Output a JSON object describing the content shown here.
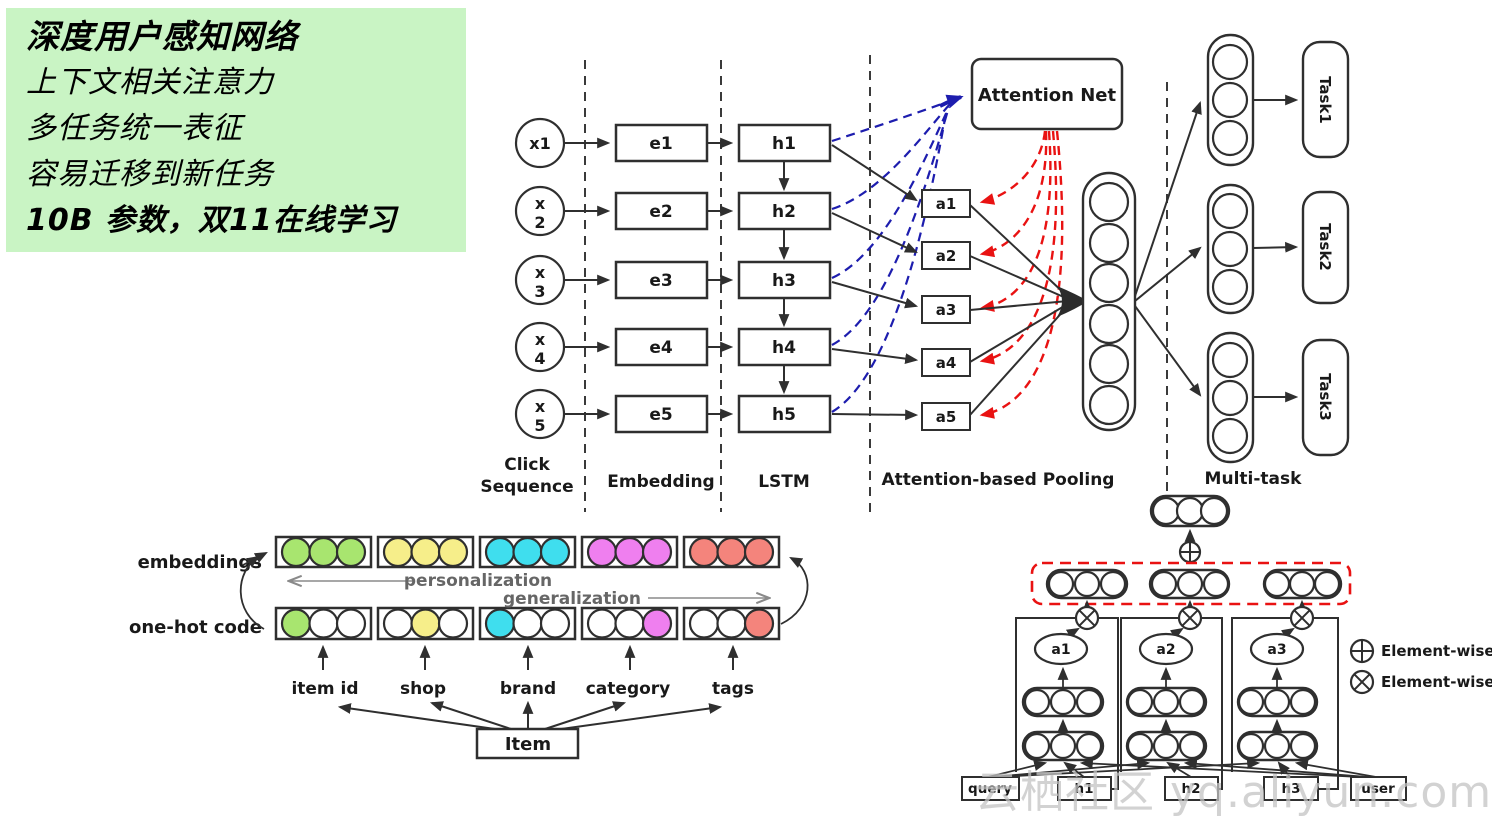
{
  "palette": {
    "ink": "#2f2f2f",
    "blue": "#1d1dae",
    "red": "#e91212",
    "paper_green": "#c9f4c4",
    "green": "#a8e56f",
    "yellow": "#f6ee8a",
    "cyan": "#3fdeee",
    "magenta": "#ef7fef",
    "salmon": "#f4847c",
    "gray": "#8a8a8a",
    "watermark": "#d5d5d5"
  },
  "info_box": {
    "title": "深度用户感知网络",
    "lines": [
      "上下文相关注意力",
      "多任务统一表征",
      "容易迁移到新任务",
      "10B 参数，双11在线学习"
    ]
  },
  "top": {
    "inputs": [
      [
        "x1",
        ""
      ],
      [
        "x",
        "2"
      ],
      [
        "x",
        "3"
      ],
      [
        "x",
        "4"
      ],
      [
        "x",
        "5"
      ]
    ],
    "embeddings": [
      "e1",
      "e2",
      "e3",
      "e4",
      "e5"
    ],
    "lstm": [
      "h1",
      "h2",
      "h3",
      "h4",
      "h5"
    ],
    "attention_net": "Attention Net",
    "alphas": [
      "a1",
      "a2",
      "a3",
      "a4",
      "a5"
    ],
    "tasks": [
      "Task1",
      "Task2",
      "Task3"
    ],
    "stages": {
      "click1": "Click",
      "click2": "Sequence",
      "embedding": "Embedding",
      "lstm": "LSTM",
      "pooling": "Attention-based Pooling",
      "multitask": "Multi-task"
    }
  },
  "embed": {
    "rows": {
      "embeddings": "embeddings",
      "onehot": "one-hot code"
    },
    "personalization": "personalization",
    "generalization": "generalization",
    "fields": [
      "item id",
      "shop",
      "brand",
      "category",
      "tags"
    ],
    "item": "Item"
  },
  "attn": {
    "alphas": [
      "a1",
      "a2",
      "a3"
    ],
    "inputs": [
      "query",
      "h1",
      "h2",
      "h3",
      "user"
    ],
    "legend": [
      {
        "label": "Element-wise +"
      },
      {
        "label": "Element-wise x"
      }
    ]
  },
  "watermark": "云栖社区 yq.aliyun.com"
}
